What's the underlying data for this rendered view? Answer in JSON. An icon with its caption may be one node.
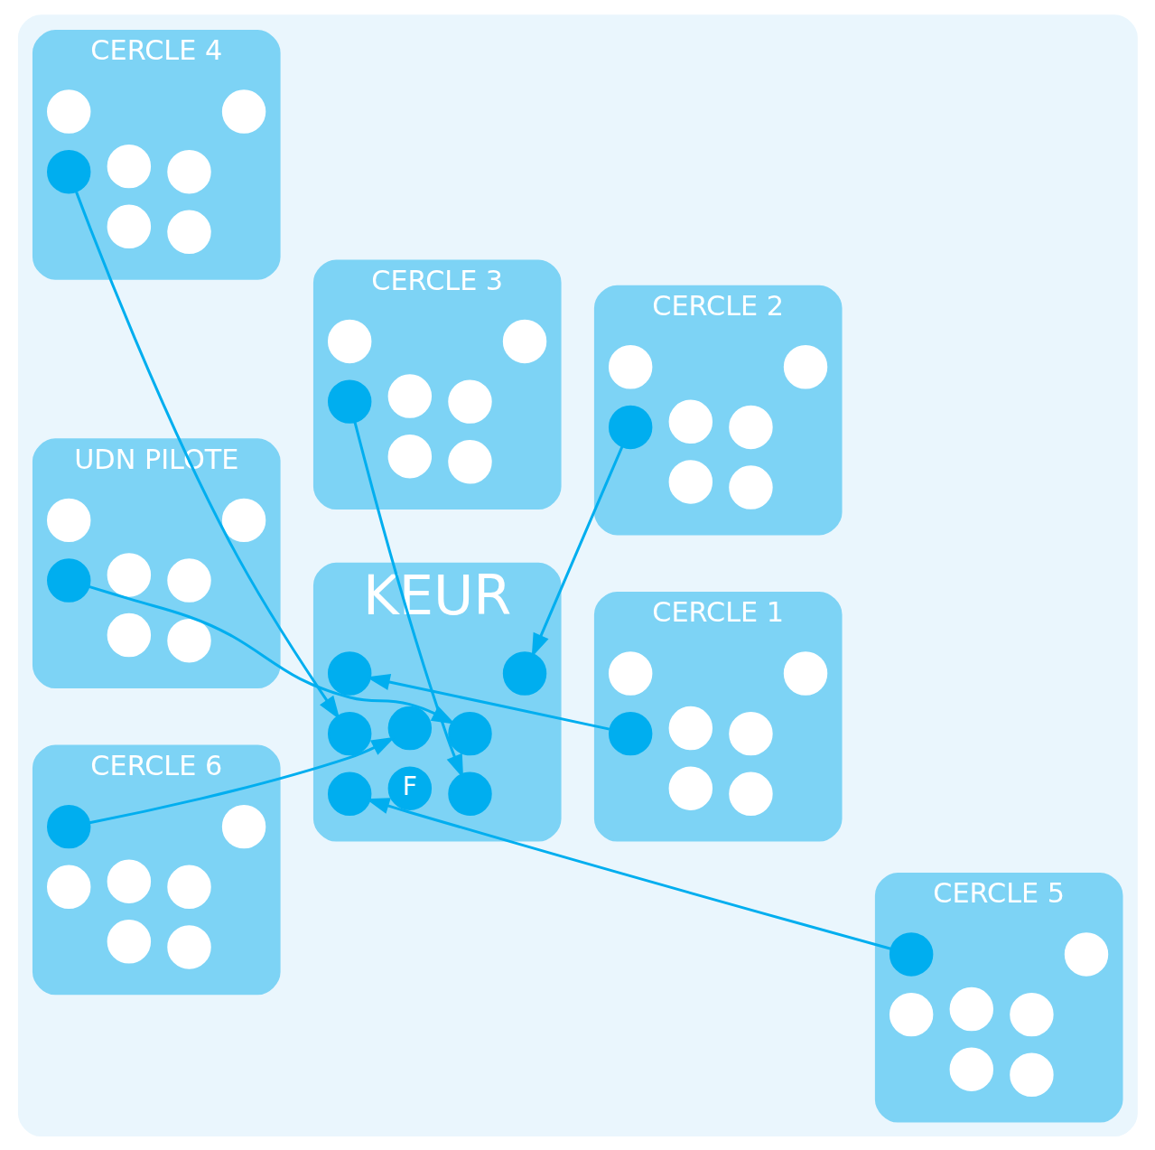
{
  "diagram": {
    "nodes": [
      {
        "text": [],
        "shape": "cloud"
      },
      {
        "text": [
          "CERCLE 1"
        ],
        "in": 0
      },
      {
        "text": [],
        "shape": "circle",
        "in": 1
      },
      {
        "text": [],
        "shape": "circle",
        "in": 1
      },
      {
        "text": [],
        "shape": "circle",
        "in": 1
      },
      {
        "text": [],
        "shape": "circle",
        "in": 1
      },
      {
        "text": [],
        "shape": "circle",
        "in": 1
      },
      {
        "text": [],
        "shape": "circle",
        "in": 1
      },
      {
        "text": [],
        "shape": "circle",
        "in": 1
      },
      {
        "text": [
          "CERCLE 2"
        ],
        "in": 0
      },
      {
        "text": [],
        "shape": "circle",
        "in": 9
      },
      {
        "text": [],
        "shape": "circle",
        "in": 9
      },
      {
        "text": [],
        "shape": "circle",
        "in": 9
      },
      {
        "text": [],
        "shape": "circle",
        "in": 9
      },
      {
        "text": [],
        "shape": "circle",
        "in": 9
      },
      {
        "text": [],
        "shape": "circle",
        "in": 9
      },
      {
        "text": [],
        "shape": "circle",
        "in": 9
      },
      {
        "text": [
          "CERCLE 3"
        ],
        "in": 0
      },
      {
        "text": [],
        "shape": "circle",
        "in": 17
      },
      {
        "text": [],
        "shape": "circle",
        "in": 17
      },
      {
        "text": [],
        "shape": "circle",
        "in": 17
      },
      {
        "text": [],
        "shape": "circle",
        "in": 17
      },
      {
        "text": [],
        "shape": "circle",
        "in": 17
      },
      {
        "text": [],
        "shape": "circle",
        "in": 17
      },
      {
        "text": [],
        "shape": "circle",
        "in": 17
      },
      {
        "text": [
          "UDN PILOTE"
        ],
        "in": 0
      },
      {
        "text": [],
        "shape": "circle",
        "in": 25
      },
      {
        "text": [],
        "shape": "circle",
        "in": 25
      },
      {
        "text": [],
        "shape": "circle",
        "in": 25
      },
      {
        "text": [],
        "shape": "circle",
        "in": 25
      },
      {
        "text": [],
        "shape": "circle",
        "in": 25
      },
      {
        "text": [],
        "shape": "circle",
        "in": 25
      },
      {
        "text": [],
        "shape": "circle",
        "in": 25
      },
      {
        "text": [
          "KEUR"
        ],
        "in": 0
      },
      {
        "text": [
          "F"
        ],
        "in": 33
      },
      {
        "text": [],
        "shape": "circle",
        "in": 33
      },
      {
        "text": [],
        "shape": "circle",
        "in": 33
      },
      {
        "text": [],
        "shape": "circle",
        "in": 33
      },
      {
        "text": [],
        "shape": "circle",
        "in": 33
      },
      {
        "text": [],
        "shape": "circle",
        "in": 33
      },
      {
        "text": [],
        "shape": "circle",
        "in": 33
      },
      {
        "text": [],
        "shape": "circle",
        "in": 33
      },
      {
        "text": [
          "CERCLE 6"
        ],
        "in": 0
      },
      {
        "text": [],
        "shape": "circle",
        "in": 42
      },
      {
        "text": [],
        "shape": "circle",
        "in": 42
      },
      {
        "text": [],
        "shape": "circle",
        "in": 42
      },
      {
        "text": [],
        "shape": "circle",
        "in": 42
      },
      {
        "text": [],
        "shape": "circle",
        "in": 42
      },
      {
        "text": [],
        "shape": "circle",
        "in": 42
      },
      {
        "text": [],
        "shape": "circle",
        "in": 42
      },
      {
        "text": [
          "CERCLE 4"
        ],
        "in": 0
      },
      {
        "text": [],
        "shape": "circle",
        "in": 50
      },
      {
        "text": [],
        "shape": "circle",
        "in": 50
      },
      {
        "text": [],
        "shape": "circle",
        "in": 50
      },
      {
        "text": [],
        "shape": "circle",
        "in": 50
      },
      {
        "text": [],
        "shape": "circle",
        "in": 50
      },
      {
        "text": [],
        "shape": "circle",
        "in": 50
      },
      {
        "text": [],
        "shape": "circle",
        "in": 50
      },
      {
        "text": [
          "CERCLE 5"
        ],
        "in": 0
      },
      {
        "text": [],
        "shape": "circle",
        "in": 58
      },
      {
        "text": [],
        "shape": "circle",
        "in": 58
      },
      {
        "text": [],
        "shape": "circle",
        "in": 58
      },
      {
        "text": [],
        "shape": "circle",
        "in": 58
      },
      {
        "text": [],
        "shape": "circle",
        "in": 58
      },
      {
        "text": [],
        "shape": "circle",
        "in": 58
      },
      {
        "text": [],
        "shape": "circle",
        "in": 58
      }
    ],
    "edges": [
      {
        "from": 8,
        "to": 35,
        "arrow": "to"
      },
      {
        "from": 16,
        "to": 36,
        "arrow": "to"
      },
      {
        "from": 24,
        "to": 37,
        "arrow": "to"
      },
      {
        "from": 32,
        "to": 38,
        "arrow": "to"
      },
      {
        "from": 49,
        "to": 39,
        "arrow": "to"
      },
      {
        "from": 57,
        "to": 40,
        "arrow": "to"
      },
      {
        "from": 65,
        "to": 41,
        "arrow": "to"
      }
    ]
  }
}
